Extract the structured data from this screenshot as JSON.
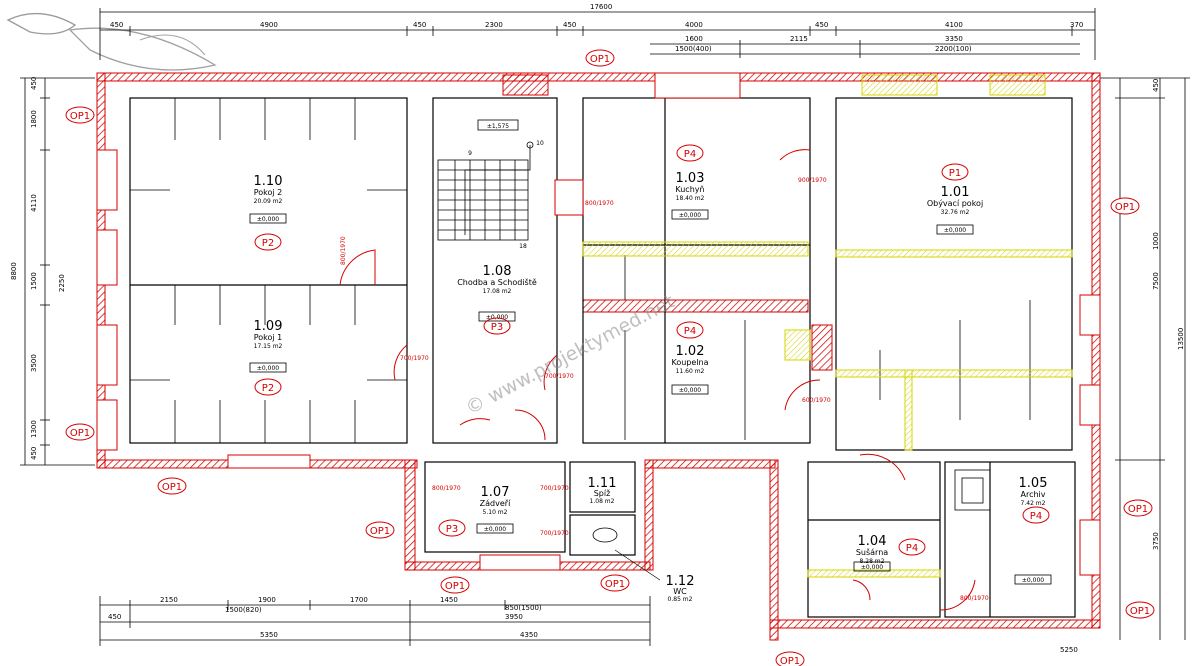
{
  "watermark": "© www.projektymed.net",
  "dimensions": {
    "overall_top": "17600",
    "top_chain": [
      "450",
      "4900",
      "450",
      "2300",
      "450",
      "4000",
      "450",
      "4100",
      "370"
    ],
    "top_chain_2": [
      "1600",
      "2115",
      "3350"
    ],
    "top_chain_3": [
      "1500(400)",
      "2200(100)"
    ],
    "bottom_chain_1": [
      "2150",
      "1900",
      "1700",
      "1450",
      "850(1500)"
    ],
    "bottom_chain_2": [
      "450",
      "5350",
      "4350"
    ],
    "bottom_chain_3": [
      "1500(820)",
      "3950",
      "5250"
    ],
    "left_chain": [
      "450",
      "1800",
      "4110",
      "1500",
      "2250",
      "3500",
      "1300",
      "450"
    ],
    "left_overall": "8800",
    "right_chain": [
      "450",
      "1000",
      "7500",
      "13500",
      "3750"
    ]
  },
  "rooms": [
    {
      "id": "r110",
      "number": "1.10",
      "name": "Pokoj 2",
      "area": "20.09 m2",
      "level": "±0,000",
      "floor": "P2"
    },
    {
      "id": "r109",
      "number": "1.09",
      "name": "Pokoj 1",
      "area": "17.15 m2",
      "level": "±0,000",
      "floor": "P2"
    },
    {
      "id": "r108",
      "number": "1.08",
      "name": "Chodba a Schodiště",
      "area": "17.08 m2",
      "level": "±0,000",
      "floor": "P3"
    },
    {
      "id": "r103",
      "number": "1.03",
      "name": "Kuchyň",
      "area": "18.40 m2",
      "level": "±0,000",
      "floor": "P4"
    },
    {
      "id": "r102",
      "number": "1.02",
      "name": "Koupelna",
      "area": "11.60 m2",
      "level": "±0,000",
      "floor": "P4"
    },
    {
      "id": "r101",
      "number": "1.01",
      "name": "Obývací pokoj",
      "area": "32.76 m2",
      "level": "±0,000",
      "floor": "P1"
    },
    {
      "id": "r107",
      "number": "1.07",
      "name": "Zádveří",
      "area": "5.10 m2",
      "level": "±0,000",
      "floor": "P3"
    },
    {
      "id": "r111",
      "number": "1.11",
      "name": "Spíž",
      "area": "1.08 m2",
      "level": "",
      "floor": ""
    },
    {
      "id": "r112",
      "number": "1.12",
      "name": "WC",
      "area": "0.85 m2",
      "level": "",
      "floor": ""
    },
    {
      "id": "r104",
      "number": "1.04",
      "name": "Sušárna",
      "area": "8.28 m2",
      "level": "±0,000",
      "floor": "P4"
    },
    {
      "id": "r105",
      "number": "1.05",
      "name": "Archiv",
      "area": "7.42 m2",
      "level": "±0,000",
      "floor": "P4"
    }
  ],
  "stair": {
    "level": "±1,575",
    "steps_top": "9",
    "steps_bottom": "10",
    "count": "18"
  },
  "wall_tag": "OP1",
  "doors": [
    "800/1970",
    "700/1970",
    "600/1970",
    "900/1970"
  ]
}
